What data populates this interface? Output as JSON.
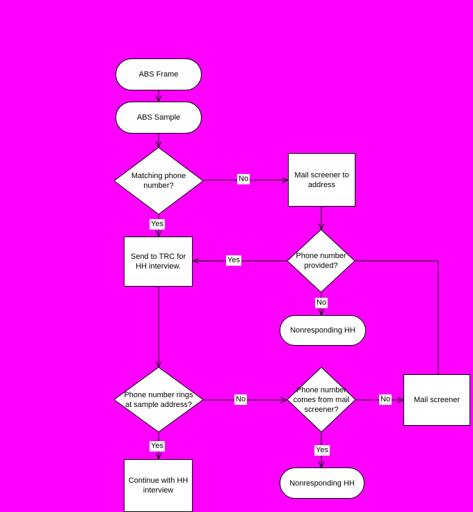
{
  "diagram": {
    "title": "ABS sample household interview flowchart",
    "background_color": "#FF00FF",
    "shape_fill": "#FFFFFF",
    "line_color": "#000000",
    "nodes": [
      {
        "id": "abs_frame",
        "label": "ABS Frame",
        "shape": "terminator"
      },
      {
        "id": "abs_sample",
        "label": "ABS Sample",
        "shape": "terminator"
      },
      {
        "id": "matching_phone",
        "label": "Matching phone\nnumber?",
        "shape": "decision"
      },
      {
        "id": "mail_to_address",
        "label": "Mail screener to\naddress",
        "shape": "process"
      },
      {
        "id": "send_trc",
        "label": "Send to TRC for\nHH interview.",
        "shape": "process"
      },
      {
        "id": "phone_provided",
        "label": "Phone number\nprovided?",
        "shape": "decision"
      },
      {
        "id": "nonresp_hh_top",
        "label": "Nonresponding HH",
        "shape": "terminator"
      },
      {
        "id": "rings_at_address",
        "label": "Phone number rings\nat sample address?",
        "shape": "decision"
      },
      {
        "id": "from_mail_screener",
        "label": "Phone number\ncomes from mail\nscreener?",
        "shape": "decision"
      },
      {
        "id": "mail_screener",
        "label": "Mail screener",
        "shape": "process"
      },
      {
        "id": "continue_hh",
        "label": "Continue with HH\ninterview",
        "shape": "process"
      },
      {
        "id": "nonresp_hh_bottom",
        "label": "Nonresponding HH",
        "shape": "terminator"
      }
    ],
    "edge_labels": {
      "matching_no": "No",
      "matching_yes": "Yes",
      "provided_yes": "Yes",
      "provided_no": "No",
      "rings_no": "No",
      "rings_yes": "Yes",
      "mailscreener_no": "No",
      "mailscreener_yes": "Yes"
    }
  }
}
